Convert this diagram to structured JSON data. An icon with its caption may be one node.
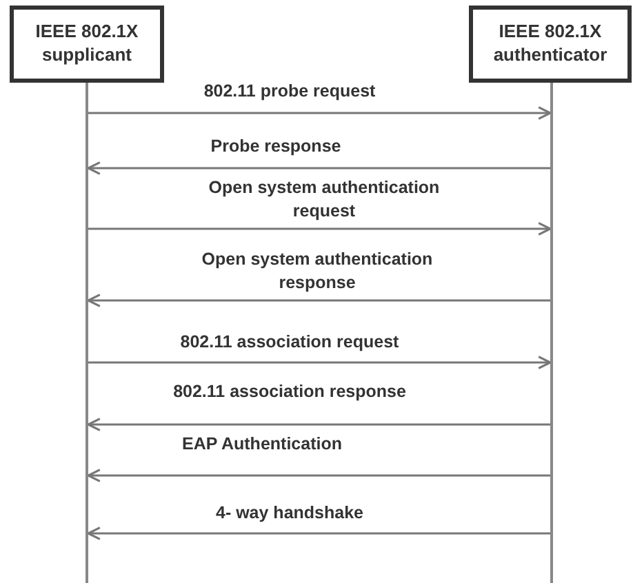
{
  "diagram": {
    "nodes": [
      {
        "text": [
          "IEEE 802.1X supplicant"
        ]
      },
      {
        "text": [
          "IEEE 802.1X authenticator"
        ]
      },
      {
        "text": [],
        "shape": "bar"
      },
      {
        "text": [],
        "shape": "bar"
      }
    ],
    "edges": [
      {
        "from": 2,
        "to": 3,
        "arrow": "to",
        "label": "802.11 probe request"
      },
      {
        "from": 3,
        "to": 2,
        "arrow": "to",
        "label": "Probe response"
      },
      {
        "from": 2,
        "to": 3,
        "arrow": "to",
        "label": "Open system authentication request"
      },
      {
        "from": 3,
        "to": 2,
        "arrow": "to",
        "label": "Open system authentication response"
      },
      {
        "from": 2,
        "to": 3,
        "arrow": "to",
        "label": "802.11 association request"
      },
      {
        "from": 3,
        "to": 2,
        "arrow": "to",
        "label": "802.11 association response"
      },
      {
        "from": 3,
        "to": 2,
        "arrow": "to",
        "label": "EAP Authentication"
      },
      {
        "from": 3,
        "to": 2,
        "arrow": "to",
        "label": "4- way handshake"
      }
    ]
  }
}
